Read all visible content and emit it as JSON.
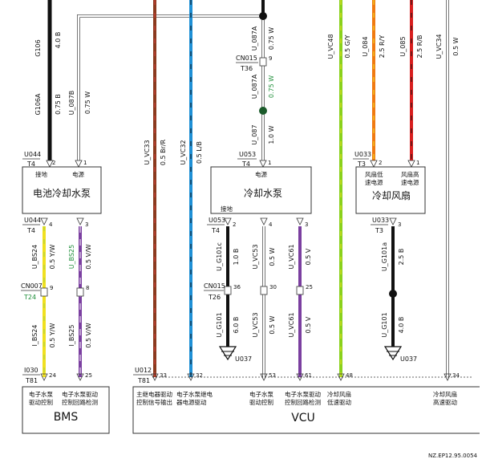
{
  "colors": {
    "black": "#111111",
    "white_wire": "#ffffff",
    "brown_red": "#8b3a1e",
    "blue": "#1e90d6",
    "green_yellow": "#8ad11c",
    "orange": "#f07a12",
    "red": "#d81e1e",
    "yellow": "#f0e020",
    "purple": "#7b3fa0",
    "green_label": "#1f8f3a"
  },
  "wires": {
    "g106": {
      "code": "G106",
      "spec": "4.0 B"
    },
    "g106a": {
      "code": "G106A",
      "spec": "0.75 B"
    },
    "u087b": {
      "code": "U_087B",
      "spec": "0.75 W"
    },
    "u_vc33": {
      "code": "U_VC33",
      "spec": "0.5 Br/R"
    },
    "u_vc32": {
      "code": "U_VC32",
      "spec": "0.5 L/B"
    },
    "u087a": {
      "code": "U_087A",
      "spec": "0.75 W"
    },
    "u087a_b": {
      "code": "U_087A",
      "spec": "0.75 W"
    },
    "u087": {
      "code": "U_087",
      "spec": "1.0 W"
    },
    "u_vc48": {
      "code": "U_VC48",
      "spec": "0.5 G/Y"
    },
    "u084": {
      "code": "U_084",
      "spec": "2.5 R/Y"
    },
    "u085": {
      "code": "U_085",
      "spec": "2.5 R/B"
    },
    "u_vc34": {
      "code": "U_VC34",
      "spec": "0.5 W"
    },
    "u_bs24": {
      "code": "U_BS24",
      "spec": "0.5 Y/W"
    },
    "u_bs25": {
      "code": "U_BS25",
      "spec": "0.5 V/W"
    },
    "i_bs24": {
      "code": "I_BS24",
      "spec": "0.5 Y/W"
    },
    "i_bs25": {
      "code": "I_BS25",
      "spec": "0.5 V/W"
    },
    "u_g101c": {
      "code": "U_G101c",
      "spec": "1.0 B"
    },
    "u_vc53_top": {
      "code": "U_VC53",
      "spec": "0.5 W"
    },
    "u_vc61_top": {
      "code": "U_VC61",
      "spec": "0.5 V"
    },
    "u_g101": {
      "code": "U_G101",
      "spec": "6.0 B"
    },
    "u_vc53_bot": {
      "code": "U_VC53",
      "spec": "0.5 W"
    },
    "u_vc61_bot": {
      "code": "U_VC61",
      "spec": "0.5 V"
    },
    "u_g101a": {
      "code": "U_G101a",
      "spec": "2.5 B"
    },
    "u_g101_fan": {
      "code": "U_G101",
      "spec": "4.0 B"
    }
  },
  "connectors": {
    "u044_top": {
      "id": "U044",
      "term": "T4",
      "pins": [
        "2",
        "1"
      ]
    },
    "u044_bot": {
      "id": "U044",
      "term": "T4",
      "pins": [
        "4",
        "3"
      ]
    },
    "cn007": {
      "id": "CN007",
      "term": "T24",
      "pins": [
        "9",
        "8"
      ]
    },
    "i030": {
      "id": "I030",
      "term": "T81",
      "pins": [
        "24",
        "25"
      ]
    },
    "cn015_top": {
      "id": "CN015",
      "term": "T36",
      "pins": [
        "9"
      ]
    },
    "u053_top": {
      "id": "U053",
      "term": "T4",
      "pins": [
        "1"
      ]
    },
    "u053_bot": {
      "id": "U053",
      "term": "T4",
      "pins": [
        "2",
        "4",
        "3"
      ]
    },
    "cn015_mid": {
      "id": "CN015",
      "term": "T26",
      "pins": [
        "36",
        "30",
        "25"
      ]
    },
    "u033_top": {
      "id": "U033",
      "term": "T3",
      "pins": [
        "2",
        "1"
      ]
    },
    "u033_bot": {
      "id": "U033",
      "term": "T3",
      "pins": [
        "3"
      ]
    },
    "u012": {
      "id": "U012",
      "term": "T81",
      "pins": [
        "33",
        "32",
        "53",
        "61",
        "48",
        "34"
      ]
    }
  },
  "grounds": {
    "left": "U037",
    "right": "U037"
  },
  "components": {
    "battery_pump": {
      "title": "电池冷却水泵",
      "left_label": "接地",
      "right_label": "电源"
    },
    "cooling_pump": {
      "title": "冷却水泵",
      "top_label": "电源",
      "bottom_label": "接地"
    },
    "cooling_fan": {
      "title": "冷却风扇",
      "left_label_1": "风扇低",
      "left_label_2": "速电源",
      "right_label_1": "风扇高",
      "right_label_2": "速电源"
    },
    "bms": {
      "name": "BMS",
      "pins": [
        {
          "line1": "电子水泵",
          "line2": "驱动控制"
        },
        {
          "line1": "电子水泵驱动",
          "line2": "控制回路检测"
        }
      ]
    },
    "vcu": {
      "name": "VCU",
      "pins": [
        {
          "line1": "主继电器驱动",
          "line2": "控制信号输出"
        },
        {
          "line1": "电子水泵继电",
          "line2": "器电源驱动"
        },
        {
          "line1": "电子水泵",
          "line2": "驱动控制"
        },
        {
          "line1": "电子水泵驱动",
          "line2": "控制回路检测"
        },
        {
          "line1": "冷却风扇",
          "line2": "低速驱动"
        },
        {
          "line1": "冷却风扇",
          "line2": "高速驱动"
        }
      ]
    }
  },
  "footer": {
    "ref": "NZ.EP12.95.0054"
  }
}
